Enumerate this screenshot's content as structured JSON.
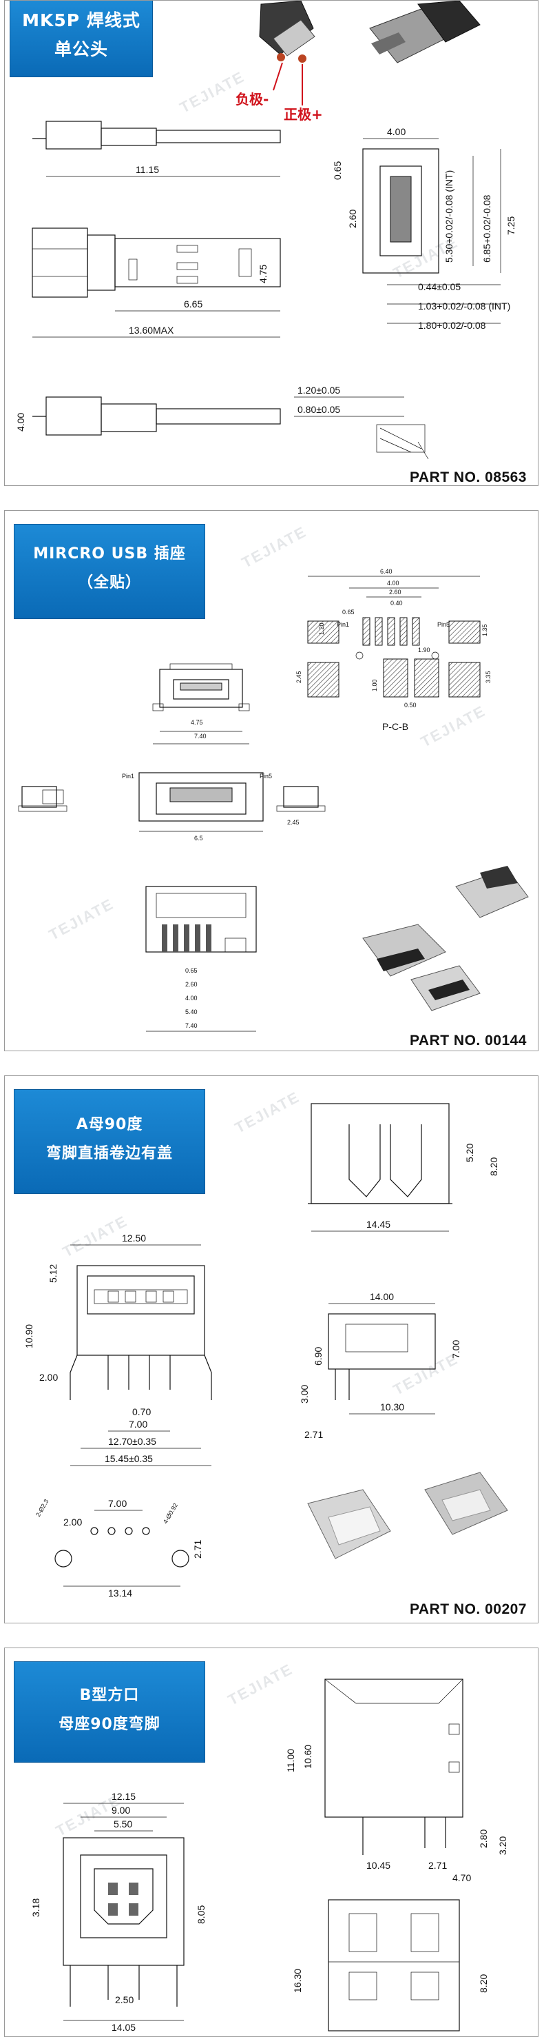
{
  "panels": [
    {
      "title_lines": [
        "MK5P 焊线式",
        "单公头"
      ],
      "part_no": "PART NO. 08563",
      "labels": {
        "neg": "负极-",
        "pos": "正极+"
      },
      "dims": {
        "d11_15": "11.15",
        "d4_75": "4.75",
        "d6_65": "6.65",
        "d13_60": "13.60MAX",
        "d4_00a": "4.00",
        "d4_00": "4.00",
        "d0_65": "0.65",
        "d2_60": "2.60",
        "d5_30": "5.30+0.02/-0.08 (INT)",
        "d6_85": "6.85+0.02/-0.08",
        "d7_25": "7.25",
        "d0_44": "0.44±0.05",
        "d1_03": "1.03+0.02/-0.08 (INT)",
        "d1_80": "1.80+0.02/-0.08",
        "d1_20": "1.20±0.05",
        "d0_80": "0.80±0.05"
      }
    },
    {
      "title_lines": [
        "MIRCRO USB 插座",
        "（全贴）"
      ],
      "part_no": "PART NO. 00144",
      "dims": {
        "d6_40": "6.40",
        "d4_00": "4.00",
        "d2_60": "2.60",
        "d0_40": "0.40",
        "d0_65": "0.65",
        "pin1": "Pin1",
        "pin5": "Pin5",
        "d1_35": "1.35",
        "d3_35": "3.35",
        "d1_90": "1.90",
        "d0_50": "0.50",
        "d2_45": "2.45",
        "d1_20": "1.20",
        "d1_00": "1.00",
        "pcb": "P-C-B",
        "d4_75": "4.75",
        "d7_40": "7.40",
        "d6_5": "6.5",
        "d5_40": "5.40",
        "d0_65b": "0.65"
      }
    },
    {
      "title_lines": [
        "A母90度",
        "弯脚直插卷边有盖"
      ],
      "part_no": "PART NO. 00207",
      "dims": {
        "d12_50": "12.50",
        "d5_12": "5.12",
        "d10_90": "10.90",
        "d2_00": "2.00",
        "d0_70": "0.70",
        "d7_00": "7.00",
        "d12_70": "12.70±0.35",
        "d15_45": "15.45±0.35",
        "d5_20": "5.20",
        "d8_20": "8.20",
        "d14_45": "14.45",
        "d14_00": "14.00",
        "d6_90": "6.90",
        "d7_00b": "7.00",
        "d3_00": "3.00",
        "d10_30": "10.30",
        "d2_71": "2.71",
        "d7_00c": "7.00",
        "d2_00b": "2.00",
        "d2_3": "2-Ø2.3",
        "d4_0_92": "4-Ø0.92",
        "d13_14": "13.14",
        "d2_71b": "2.71"
      }
    },
    {
      "title_lines": [
        "B型方口",
        "母座90度弯脚"
      ],
      "dims": {
        "d12_15": "12.15",
        "d9_00": "9.00",
        "d5_50": "5.50",
        "d3_18": "3.18",
        "d8_05": "8.05",
        "d2_50": "2.50",
        "d14_05": "14.05",
        "d11_00": "11.00",
        "d10_60": "10.60",
        "d10_45": "10.45",
        "d2_71": "2.71",
        "d4_70": "4.70",
        "d2_80": "2.80",
        "d3_20": "3.20",
        "d16_30": "16.30",
        "d8_20": "8.20"
      }
    }
  ],
  "watermark": "TEJIATE"
}
